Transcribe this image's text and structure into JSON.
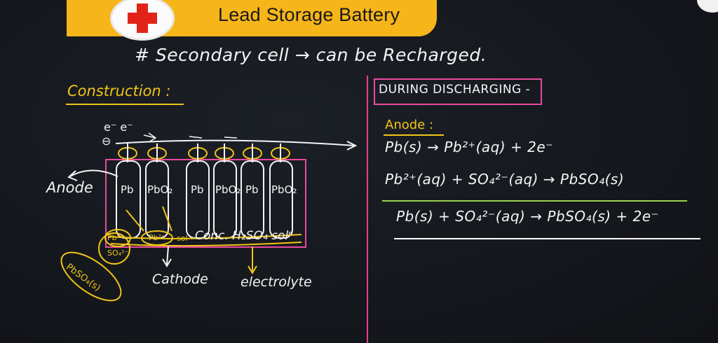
{
  "title": "Lead Storage Battery",
  "heading": "# Secondary cell → can be Recharged.",
  "construction_label": "Construction :",
  "diagram": {
    "electrons_label": "e⁻ e⁻",
    "minus_sign": "⊖",
    "anode_label": "Anode",
    "cathode_label": "Cathode",
    "electrolyte_label": "electrolyte",
    "conc_label": "Conc. H₂SO₄ solⁿ",
    "pbso4_label": "PbSO₄(s)",
    "plates": [
      "Pb",
      "PbO₂",
      "Pb",
      "PbO₂",
      "Pb",
      "PbO₂"
    ],
    "plate_small_labels": [
      "Pb²⁺",
      "SO₄²⁻",
      "Pb²⁺",
      "sol"
    ],
    "colors": {
      "pink": "#e94aa0",
      "yellow": "#f0c419",
      "chalk": "#f4f4f4"
    }
  },
  "discharging_box": "DURING DISCHARGING -",
  "anode_heading": "Anode :",
  "equations": {
    "eq1": "Pb(s) → Pb²⁺(aq) + 2e⁻",
    "eq2": "Pb²⁺(aq) + SO₄²⁻(aq) → PbSO₄(s)",
    "eq3": "Pb(s) + SO₄²⁻(aq) → PbSO₄(s) + 2e⁻"
  },
  "colors": {
    "banner": "#f6b519",
    "divider": "#e93d8f",
    "line_green": "#9bd24a"
  }
}
